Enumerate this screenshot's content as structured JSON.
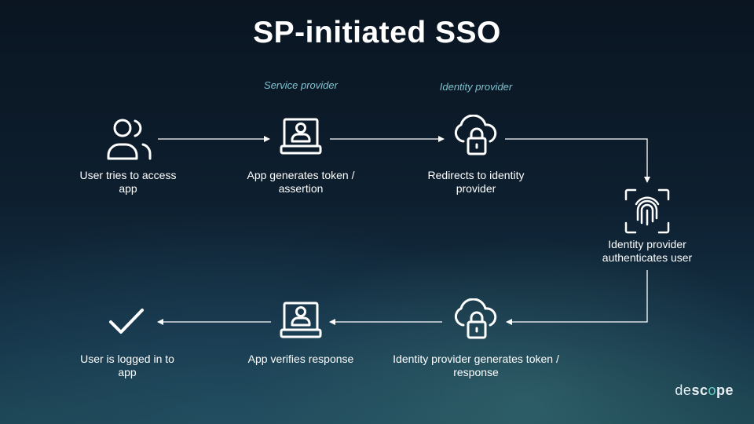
{
  "title": "SP-initiated SSO",
  "roles": {
    "service_provider": "Service provider",
    "identity_provider": "Identity provider"
  },
  "steps": [
    {
      "label": "User tries to access app",
      "icon": "users-icon"
    },
    {
      "label": "App generates token / assertion",
      "icon": "laptop-user-icon"
    },
    {
      "label": "Redirects to identity provider",
      "icon": "cloud-lock-icon"
    },
    {
      "label": "Identity provider authenticates user",
      "icon": "fingerprint-scan-icon"
    },
    {
      "label": "Identity provider generates token / response",
      "icon": "cloud-lock-icon"
    },
    {
      "label": "App verifies response",
      "icon": "laptop-user-icon"
    },
    {
      "label": "User is logged in to app",
      "icon": "checkmark-icon"
    }
  ],
  "brand": "descope",
  "colors": {
    "role_text": "#7fc3d0",
    "brand_accent": "#5fd0c5"
  }
}
